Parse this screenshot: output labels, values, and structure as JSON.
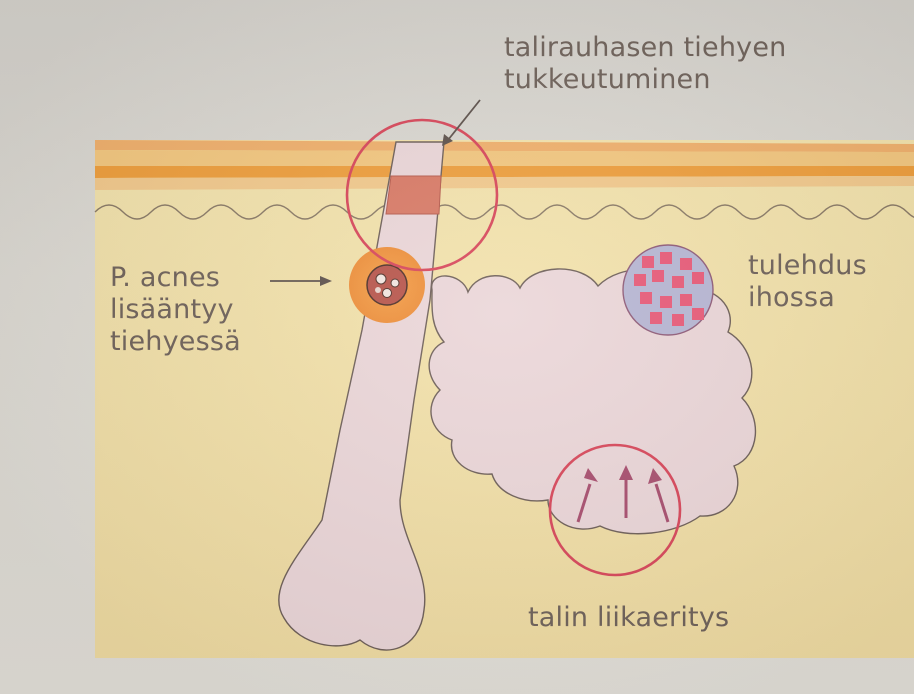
{
  "labels": {
    "duct_blockage": [
      "talirauhasen tiehyen",
      "tukkeutuminen"
    ],
    "bacteria": [
      "P. acnes",
      "lisääntyy",
      "tiehyessä"
    ],
    "inflammation": [
      "tulehdus",
      "ihossa"
    ],
    "excess_sebum": "talin liikaeritys"
  },
  "colors": {
    "skin_base": "#f1dfa6",
    "epidermis_orange": "#efa24a",
    "highlight_circle": "#d8475a",
    "follicle_fill": "#ebd7d4",
    "inflamed_dots": "#e85a78",
    "label_text": "#6f625a"
  }
}
